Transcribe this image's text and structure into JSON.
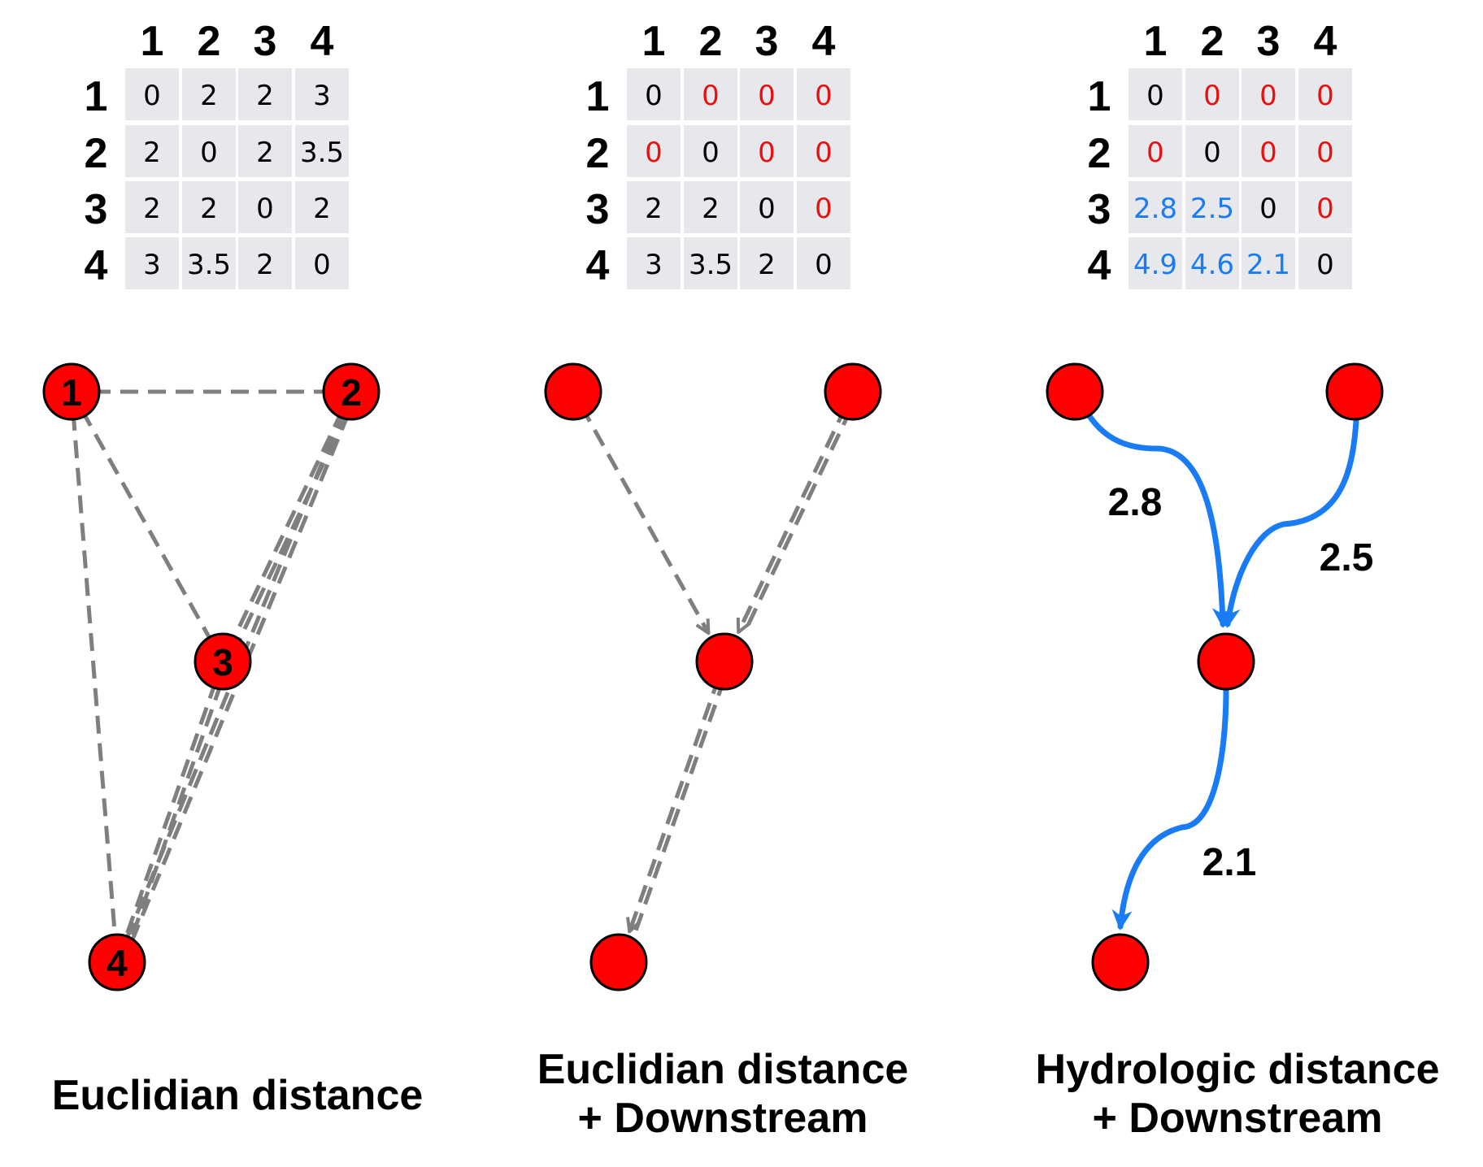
{
  "colors": {
    "node_fill": "#ff0000",
    "node_stroke": "#000000",
    "euclid_edge": "#7f7f7f",
    "hydro_edge": "#1a7cf5",
    "zeroed_value": "#e81010",
    "hydro_value": "#1a7cf5",
    "normal_value": "#000000",
    "cell_bg": "#e6e8eb"
  },
  "panels": [
    {
      "caption": [
        "Euclidian distance"
      ],
      "matrix": {
        "col_headers": [
          "1",
          "2",
          "3",
          "4"
        ],
        "row_headers": [
          "1",
          "2",
          "3",
          "4"
        ],
        "cells": [
          [
            {
              "v": "0",
              "c": "normal"
            },
            {
              "v": "2",
              "c": "normal"
            },
            {
              "v": "2",
              "c": "normal"
            },
            {
              "v": "3",
              "c": "normal"
            }
          ],
          [
            {
              "v": "2",
              "c": "normal"
            },
            {
              "v": "0",
              "c": "normal"
            },
            {
              "v": "2",
              "c": "normal"
            },
            {
              "v": "3.5",
              "c": "normal"
            }
          ],
          [
            {
              "v": "2",
              "c": "normal"
            },
            {
              "v": "2",
              "c": "normal"
            },
            {
              "v": "0",
              "c": "normal"
            },
            {
              "v": "2",
              "c": "normal"
            }
          ],
          [
            {
              "v": "3",
              "c": "normal"
            },
            {
              "v": "3.5",
              "c": "normal"
            },
            {
              "v": "2",
              "c": "normal"
            },
            {
              "v": "0",
              "c": "normal"
            }
          ]
        ]
      },
      "node_labels": [
        "1",
        "2",
        "3",
        "4"
      ],
      "edge_style": "dashed-undirected",
      "edges": [
        {
          "from": 1,
          "to": 2,
          "label": ""
        },
        {
          "from": 1,
          "to": 3,
          "label": ""
        },
        {
          "from": 1,
          "to": 4,
          "label": ""
        },
        {
          "from": 2,
          "to": 3,
          "label": ""
        },
        {
          "from": 2,
          "to": 4,
          "label": ""
        },
        {
          "from": 3,
          "to": 4,
          "label": ""
        }
      ]
    },
    {
      "caption": [
        "Euclidian distance",
        "+ Downstream"
      ],
      "matrix": {
        "col_headers": [
          "1",
          "2",
          "3",
          "4"
        ],
        "row_headers": [
          "1",
          "2",
          "3",
          "4"
        ],
        "cells": [
          [
            {
              "v": "0",
              "c": "normal"
            },
            {
              "v": "0",
              "c": "zeroed"
            },
            {
              "v": "0",
              "c": "zeroed"
            },
            {
              "v": "0",
              "c": "zeroed"
            }
          ],
          [
            {
              "v": "0",
              "c": "zeroed"
            },
            {
              "v": "0",
              "c": "normal"
            },
            {
              "v": "0",
              "c": "zeroed"
            },
            {
              "v": "0",
              "c": "zeroed"
            }
          ],
          [
            {
              "v": "2",
              "c": "normal"
            },
            {
              "v": "2",
              "c": "normal"
            },
            {
              "v": "0",
              "c": "normal"
            },
            {
              "v": "0",
              "c": "zeroed"
            }
          ],
          [
            {
              "v": "3",
              "c": "normal"
            },
            {
              "v": "3.5",
              "c": "normal"
            },
            {
              "v": "2",
              "c": "normal"
            },
            {
              "v": "0",
              "c": "normal"
            }
          ]
        ]
      },
      "node_labels": [
        "",
        "",
        "",
        ""
      ],
      "edge_style": "dashed-directed",
      "edges": [
        {
          "from": 1,
          "to": 3,
          "label": ""
        },
        {
          "from": 2,
          "to": 3,
          "label": ""
        },
        {
          "from": 3,
          "to": 4,
          "label": ""
        }
      ]
    },
    {
      "caption": [
        "Hydrologic distance",
        "+ Downstream"
      ],
      "matrix": {
        "col_headers": [
          "1",
          "2",
          "3",
          "4"
        ],
        "row_headers": [
          "1",
          "2",
          "3",
          "4"
        ],
        "cells": [
          [
            {
              "v": "0",
              "c": "normal"
            },
            {
              "v": "0",
              "c": "zeroed"
            },
            {
              "v": "0",
              "c": "zeroed"
            },
            {
              "v": "0",
              "c": "zeroed"
            }
          ],
          [
            {
              "v": "0",
              "c": "zeroed"
            },
            {
              "v": "0",
              "c": "normal"
            },
            {
              "v": "0",
              "c": "zeroed"
            },
            {
              "v": "0",
              "c": "zeroed"
            }
          ],
          [
            {
              "v": "2.8",
              "c": "hydro"
            },
            {
              "v": "2.5",
              "c": "hydro"
            },
            {
              "v": "0",
              "c": "normal"
            },
            {
              "v": "0",
              "c": "zeroed"
            }
          ],
          [
            {
              "v": "4.9",
              "c": "hydro"
            },
            {
              "v": "4.6",
              "c": "hydro"
            },
            {
              "v": "2.1",
              "c": "hydro"
            },
            {
              "v": "0",
              "c": "normal"
            }
          ]
        ]
      },
      "node_labels": [
        "",
        "",
        "",
        ""
      ],
      "edge_style": "curved-directed",
      "edges": [
        {
          "from": 1,
          "to": 3,
          "label": "2.8"
        },
        {
          "from": 2,
          "to": 3,
          "label": "2.5"
        },
        {
          "from": 3,
          "to": 4,
          "label": "2.1"
        }
      ]
    }
  ]
}
